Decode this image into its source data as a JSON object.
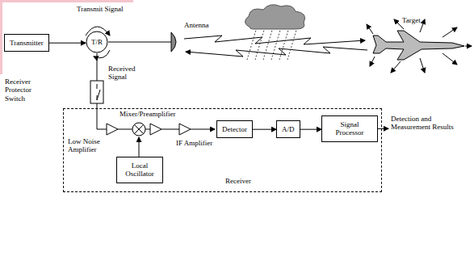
{
  "diagram": {
    "nodes": [
      {
        "text": [
          "Transmitter"
        ]
      },
      {
        "text": [
          "T/R"
        ]
      },
      {
        "text": [
          "Receiver"
        ]
      },
      {
        "text": [
          "Local Oscillator"
        ],
        "in": 2
      },
      {
        "text": [
          "Detector"
        ],
        "in": 2
      },
      {
        "text": [
          "A/D"
        ],
        "in": 2
      },
      {
        "text": [
          "Signal Processor"
        ],
        "in": 2
      }
    ],
    "edges": [
      {
        "from": 0,
        "to": 1,
        "arrow": "to"
      },
      {
        "from": 4,
        "to": 5,
        "arrow": "to"
      },
      {
        "from": 5,
        "to": 6,
        "arrow": "to"
      }
    ],
    "labels": [
      "Transmit Signal",
      "Received Signal",
      "Antenna",
      "Target",
      "Receiver Protector Switch",
      "Mixer/Preamplifier",
      "Low Noise Amplifier",
      "IF Amplifier",
      "Detection and Measurement Results"
    ]
  }
}
